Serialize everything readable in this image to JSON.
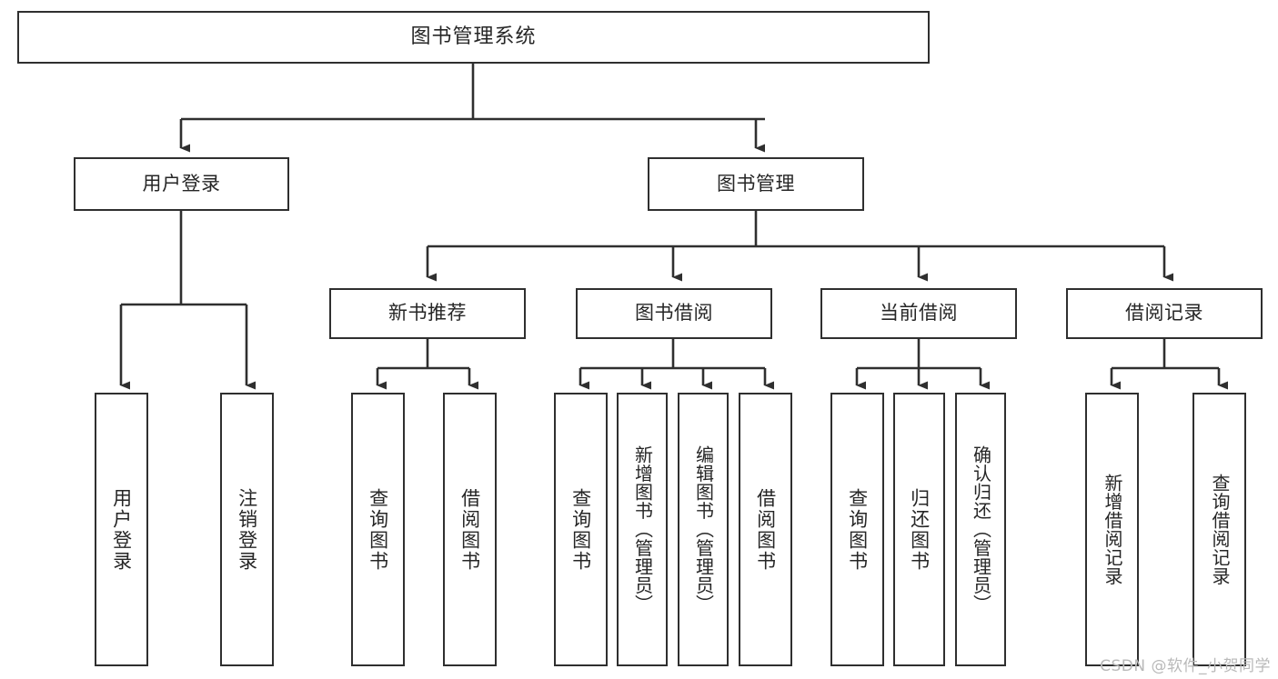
{
  "diagram": {
    "title": "图书管理系统",
    "type": "hierarchy-tree",
    "watermark": "CSDN @软件_小贺同学",
    "colors": {
      "box_border": "#2f2f2f",
      "box_fill": "#ffffff",
      "connector": "#2f2f2f",
      "text": "#262626",
      "watermark": "#b9b9b9",
      "background": "#ffffff"
    },
    "nodes": {
      "root": {
        "label": "图书管理系统"
      },
      "level2": [
        {
          "label": "用户登录"
        },
        {
          "label": "图书管理"
        }
      ],
      "level3": [
        {
          "label": "新书推荐"
        },
        {
          "label": "图书借阅"
        },
        {
          "label": "当前借阅"
        },
        {
          "label": "借阅记录"
        }
      ],
      "leaves": {
        "user_login": [
          {
            "label": "用户登录"
          },
          {
            "label": "注销登录"
          }
        ],
        "new_book": [
          {
            "label": "查询图书"
          },
          {
            "label": "借阅图书"
          }
        ],
        "book_borrow": [
          {
            "label": "查询图书"
          },
          {
            "label": "新增图书（管理员）"
          },
          {
            "label": "编辑图书（管理员）"
          },
          {
            "label": "借阅图书"
          }
        ],
        "current_borrow": [
          {
            "label": "查询图书"
          },
          {
            "label": "归还图书"
          },
          {
            "label": "确认归还（管理员）"
          }
        ],
        "borrow_record": [
          {
            "label": "新增借阅记录"
          },
          {
            "label": "查询借阅记录"
          }
        ]
      }
    }
  }
}
